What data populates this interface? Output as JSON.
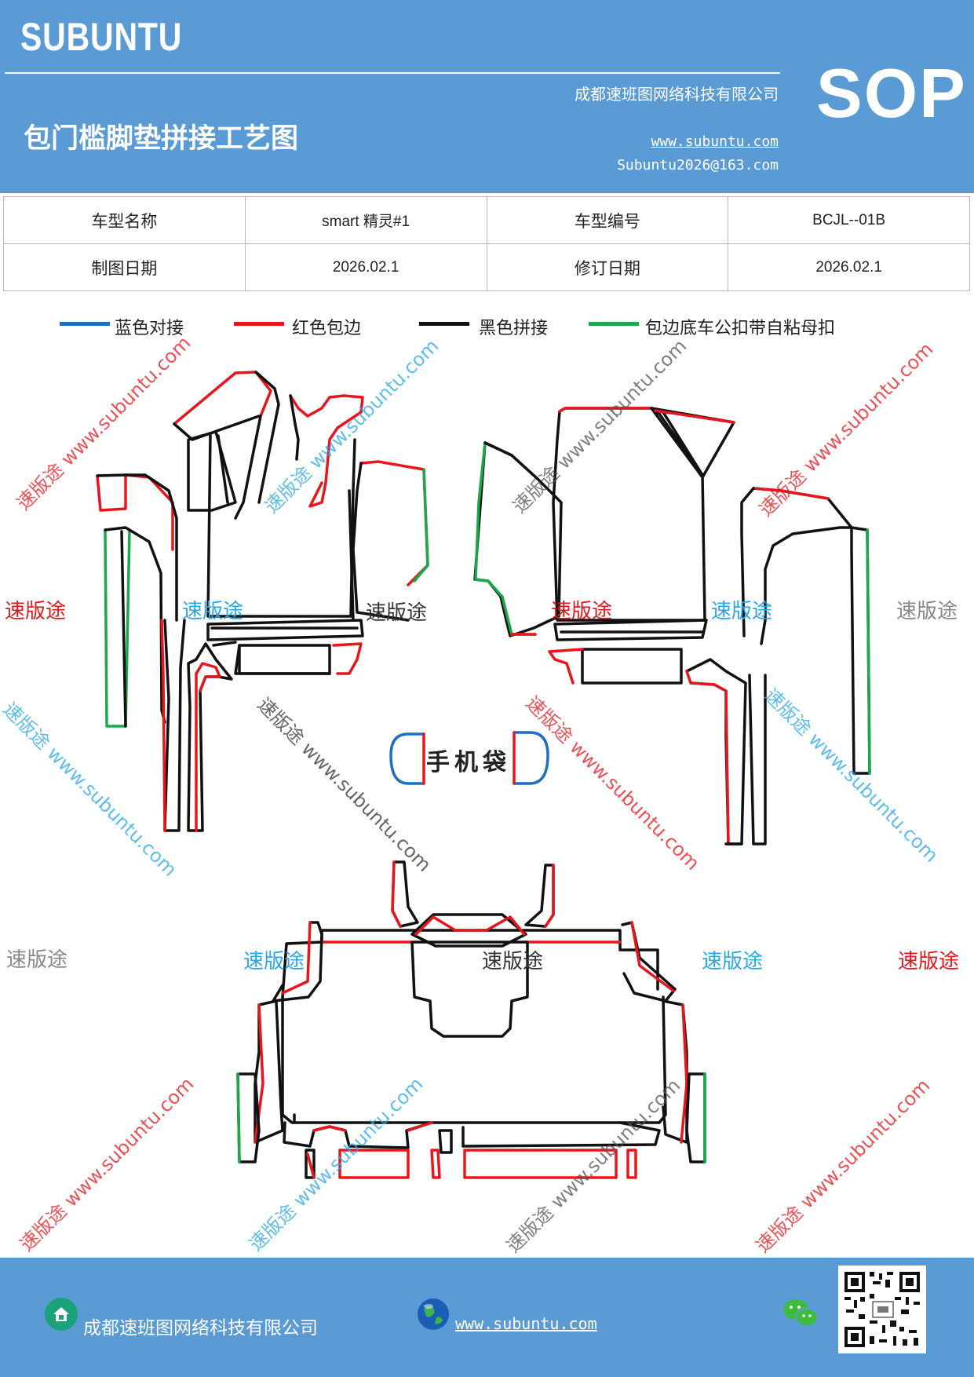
{
  "header": {
    "brand": "SUBUNTU",
    "company": "成都速班图网络科技有限公司",
    "title": "包门槛脚垫拼接工艺图",
    "website": "www.subuntu.com",
    "email": "Subuntu2026@163.com",
    "doc_type": "SOP",
    "bg_color": "#5b9bd5"
  },
  "info_table": {
    "model_name_label": "车型名称",
    "model_name_value": "smart 精灵#1",
    "model_code_label": "车型编号",
    "model_code_value": "BCJL--01B",
    "draw_date_label": "制图日期",
    "draw_date_value": "2026.02.1",
    "revise_date_label": "修订日期",
    "revise_date_value": "2026.02.1"
  },
  "legend": [
    {
      "label": "蓝色对接",
      "color": "#1f6fbf"
    },
    {
      "label": "红色包边",
      "color": "#e8161c"
    },
    {
      "label": "黑色拼接",
      "color": "#111111"
    },
    {
      "label": "包边底车公扣带自粘母扣",
      "color": "#1aa84c"
    }
  ],
  "diagram": {
    "phone_pocket_label": "手机袋",
    "watermark_text": "速版途",
    "watermark_url_text": "速版途 www.subuntu.com"
  },
  "footer": {
    "company": "成都速班图网络科技有限公司",
    "website": "www.subuntu.com",
    "home_icon": "home-icon",
    "globe_icon": "globe-icon",
    "wechat_icon": "wechat-icon",
    "qr_icon": "qr-code"
  }
}
